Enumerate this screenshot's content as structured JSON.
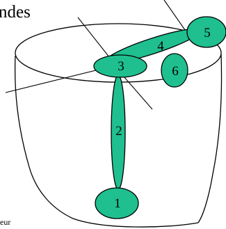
{
  "diagram": {
    "text_top_left": "ndes",
    "text_bottom_left": "eur",
    "node_color": "#1fbf8f",
    "nodes": [
      {
        "id": "1",
        "label": "1"
      },
      {
        "id": "2",
        "label": "2"
      },
      {
        "id": "3",
        "label": "3"
      },
      {
        "id": "4",
        "label": "4"
      },
      {
        "id": "5",
        "label": "5"
      },
      {
        "id": "6",
        "label": "6"
      }
    ]
  }
}
